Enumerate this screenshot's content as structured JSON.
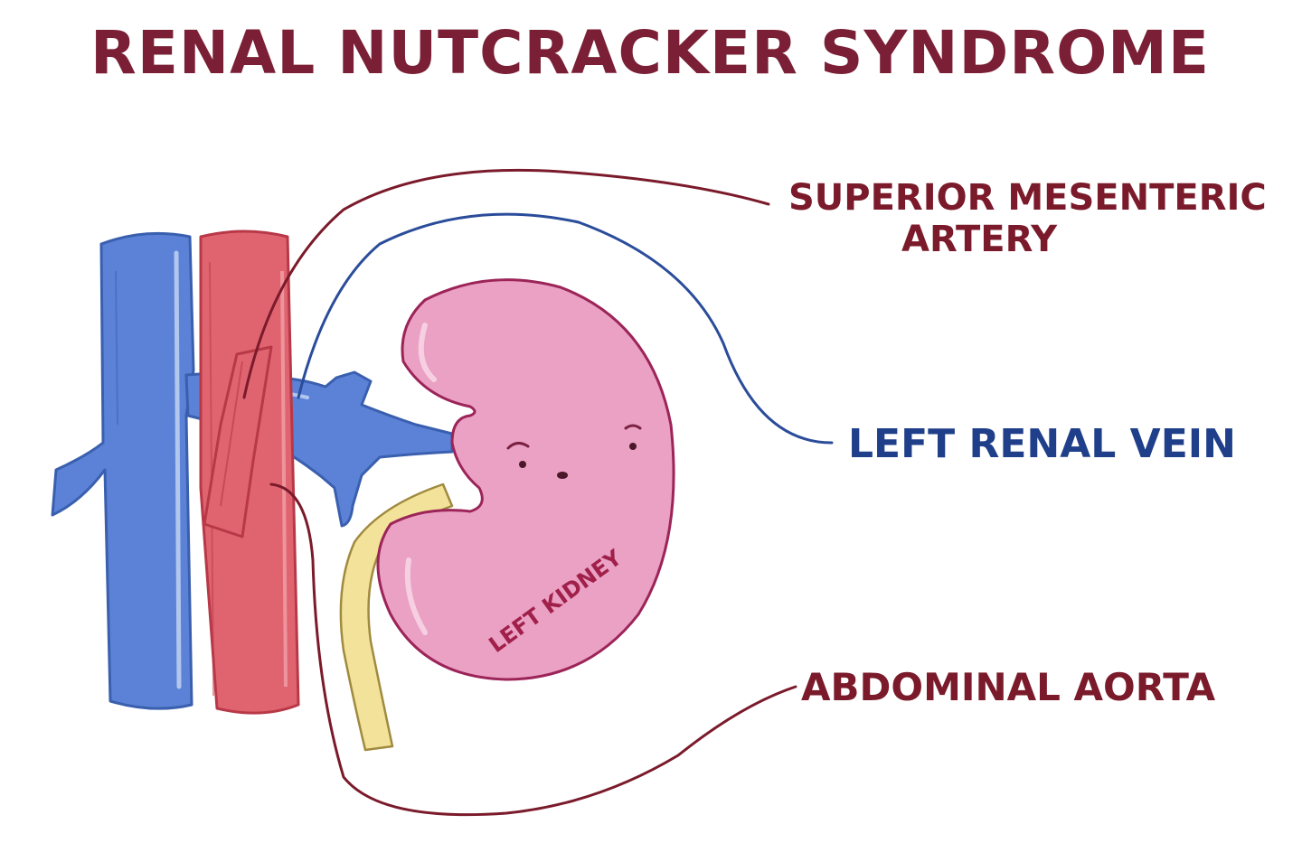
{
  "title": "Renal Nutcracker Syndrome",
  "labels": {
    "superior_mesenteric_artery_line1": "Superior Mesenteric",
    "superior_mesenteric_artery_line2": "Artery",
    "left_renal_vein": "Left Renal Vein",
    "abdominal_aorta": "Abdominal Aorta",
    "left_kidney": "Left Kidney"
  },
  "colors": {
    "title": "#7a1f35",
    "artery_label": "#7a1a2a",
    "vein_label": "#1f3f8a",
    "kidney_label": "#a0204a",
    "vein": "#5b82d6",
    "vein_highlight": "#c8d8f4",
    "aorta": "#e06470",
    "aorta_dark": "#b83848",
    "kidney": "#eaa1c4",
    "kidney_outline": "#9c2458",
    "ureter": "#f3e39a",
    "ureter_outline": "#a08a40",
    "leader_red": "#7a1a2a",
    "leader_blue": "#2a4c9a"
  }
}
